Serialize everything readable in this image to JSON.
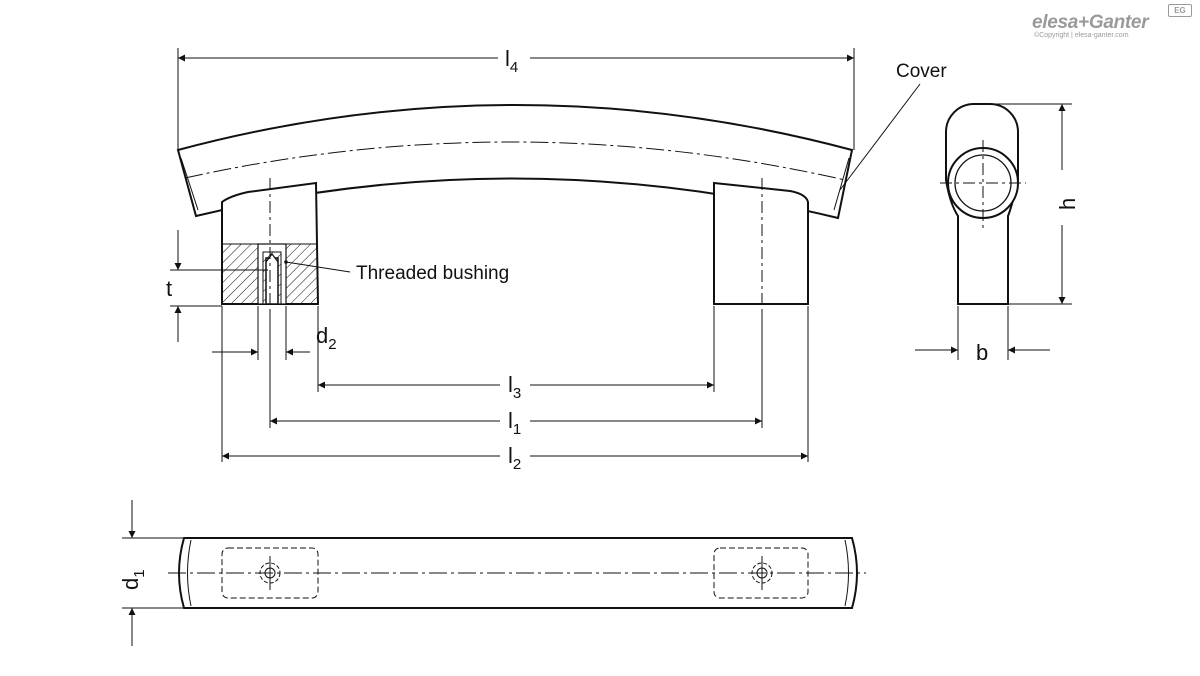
{
  "branding": {
    "name": "elesa+Ganter",
    "copyright": "©Copyright | elesa-ganter.com",
    "badge": "EG"
  },
  "labels": {
    "cover": "Cover",
    "threaded_bushing": "Threaded bushing"
  },
  "dimensions": {
    "l4": {
      "base": "l",
      "sub": "4"
    },
    "l3": {
      "base": "l",
      "sub": "3"
    },
    "l1": {
      "base": "l",
      "sub": "1"
    },
    "l2": {
      "base": "l",
      "sub": "2"
    },
    "d2": {
      "base": "d",
      "sub": "2"
    },
    "d1": {
      "base": "d",
      "sub": "1"
    },
    "t": {
      "base": "t"
    },
    "h": {
      "base": "h"
    },
    "b": {
      "base": "b"
    }
  }
}
